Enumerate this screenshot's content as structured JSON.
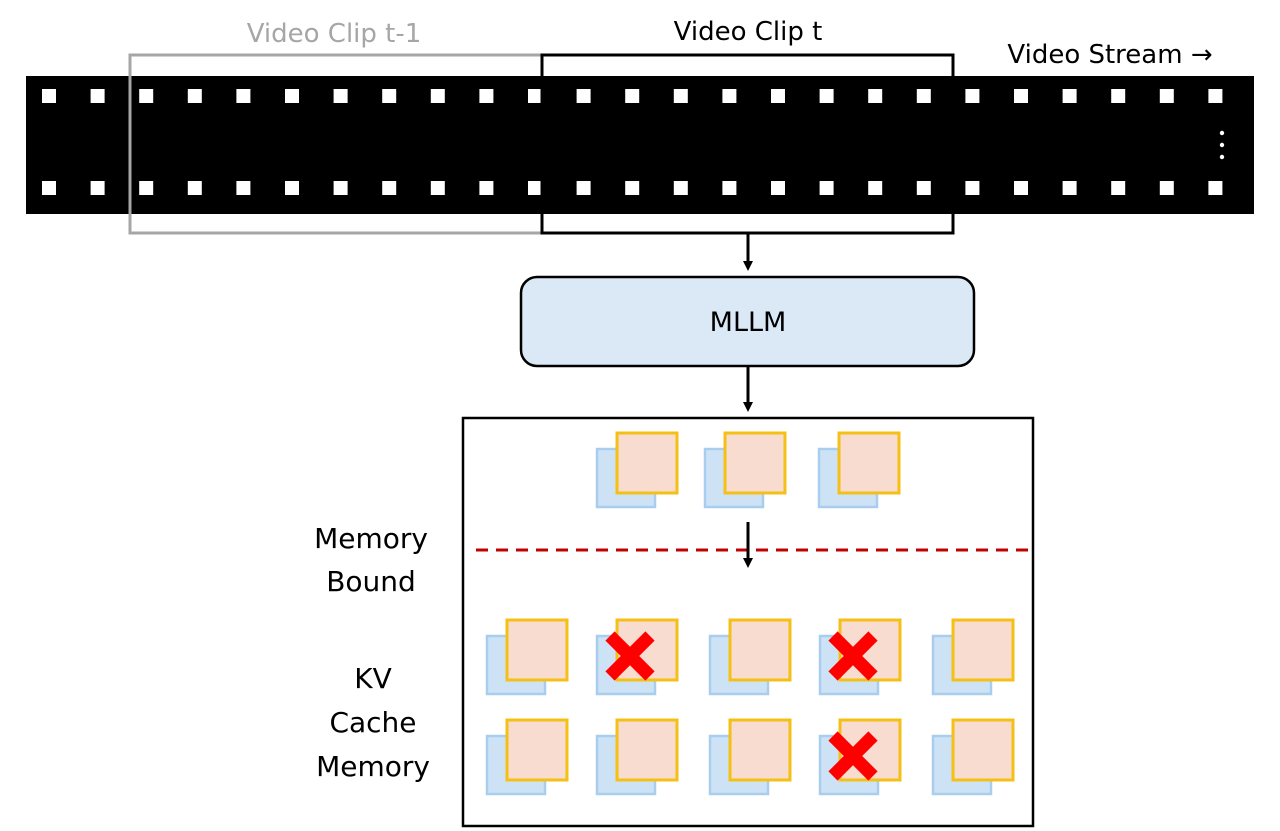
{
  "labels": {
    "clip_prev": "Video Clip t-1",
    "clip_curr": "Video Clip t",
    "stream": "Video Stream →",
    "model": "MLLM",
    "memory_bound_line1": "Memory",
    "memory_bound_line2": "Bound",
    "kv_line1": "KV",
    "kv_line2": "Cache",
    "kv_line3": "Memory"
  },
  "colors": {
    "film": "#000000",
    "sprocket": "#ffffff",
    "clip_prev_frame": "#a6a6a6",
    "clip_prev_text": "#a6a6a6",
    "clip_curr_frame": "#000000",
    "model_fill": "#dbe9f6",
    "key_fill": "#f8dccf",
    "key_border": "#f5c016",
    "value_fill": "#cde3f5",
    "value_border": "#a9cdee",
    "bound_line": "#c00000",
    "evict_mark": "#ff0000"
  },
  "new_tokens": {
    "count": 3
  },
  "cache": {
    "rows": [
      {
        "evicted": [
          false,
          true,
          false,
          true,
          false
        ]
      },
      {
        "evicted": [
          false,
          false,
          false,
          true,
          false
        ]
      }
    ]
  },
  "icons": {
    "evict": "x-mark-icon",
    "flow": "arrow-down-icon",
    "more": "vertical-ellipsis-icon"
  }
}
